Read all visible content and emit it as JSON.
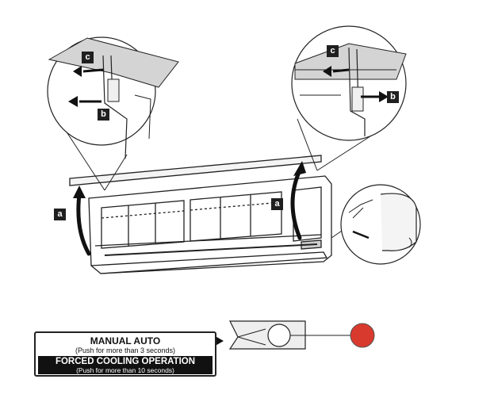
{
  "step_labels": {
    "a": "a",
    "b": "b",
    "c": "c"
  },
  "control_panel": {
    "line1": "MANUAL AUTO",
    "line2": "(Push for more than 3 seconds)",
    "line3": "FORCED COOLING OPERATION",
    "line4": "(Push for more than 10 seconds)"
  },
  "colors": {
    "indicator": "#d93a2e",
    "stroke": "#222222",
    "panel_fill": "#111111"
  }
}
